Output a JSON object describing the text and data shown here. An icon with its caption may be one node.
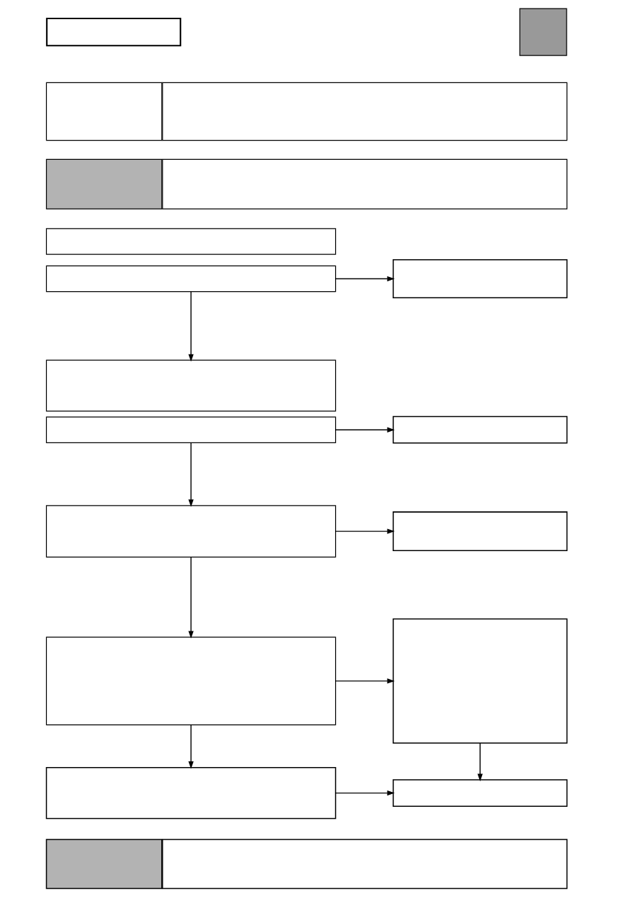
{
  "diagram": {
    "nodes": [
      {
        "text": [],
        "shape": "box"
      },
      {
        "text": [],
        "shape": "box"
      },
      {
        "text": [],
        "shape": "box"
      },
      {
        "text": [],
        "shape": "box"
      },
      {
        "text": [],
        "shape": "box"
      },
      {
        "text": [],
        "shape": "box"
      },
      {
        "text": [],
        "shape": "box"
      },
      {
        "text": [],
        "shape": "box"
      },
      {
        "text": [],
        "shape": "box"
      },
      {
        "text": [],
        "shape": "box"
      },
      {
        "text": [],
        "shape": "box"
      },
      {
        "text": [],
        "shape": "box"
      },
      {
        "text": [],
        "shape": "box"
      },
      {
        "text": [],
        "shape": "box"
      },
      {
        "text": [],
        "shape": "box"
      },
      {
        "text": [],
        "shape": "box"
      },
      {
        "text": [],
        "shape": "box"
      },
      {
        "text": [],
        "shape": "box"
      },
      {
        "text": [],
        "shape": "box"
      },
      {
        "text": [],
        "shape": "box"
      }
    ],
    "edges": [
      {
        "from": 7,
        "to": 8,
        "arrow": "to"
      },
      {
        "from": 7,
        "to": 9,
        "arrow": "to"
      },
      {
        "from": 10,
        "to": 11,
        "arrow": "to"
      },
      {
        "from": 10,
        "to": 12,
        "arrow": "to"
      },
      {
        "from": 12,
        "to": 13,
        "arrow": "to"
      },
      {
        "from": 12,
        "to": 14,
        "arrow": "to"
      },
      {
        "from": 14,
        "to": 15,
        "arrow": "to"
      },
      {
        "from": 14,
        "to": 16,
        "arrow": "to"
      },
      {
        "from": 15,
        "to": 17,
        "arrow": "to"
      },
      {
        "from": 16,
        "to": 17,
        "arrow": "to"
      }
    ]
  }
}
